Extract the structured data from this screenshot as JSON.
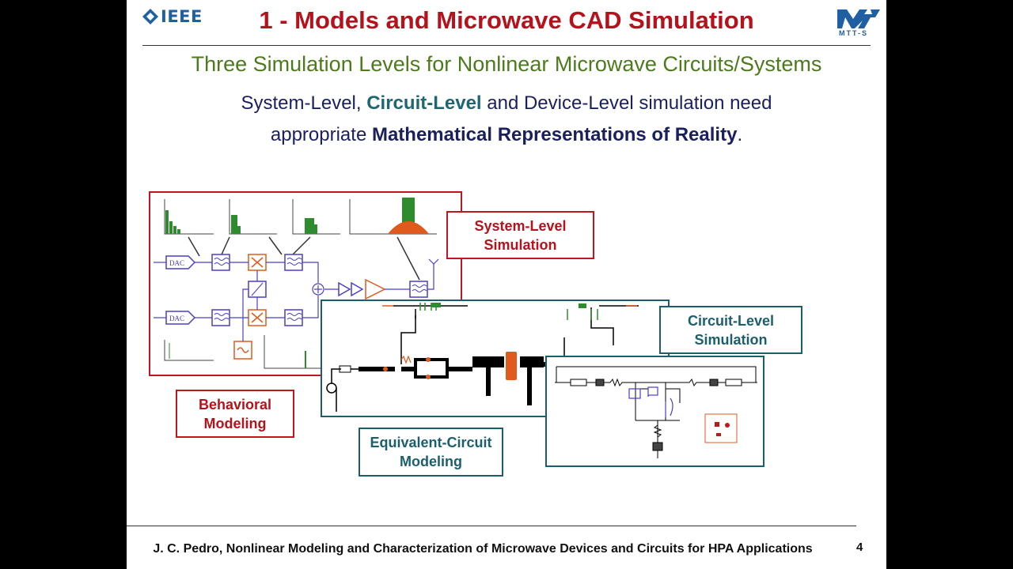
{
  "header": {
    "ieee_logo_text": "IEEE",
    "title": "1 - Models and Microwave CAD Simulation",
    "mtt_logo_text": "MTT-S"
  },
  "subtitle": "Three Simulation Levels for Nonlinear Microwave Circuits/Systems",
  "body": {
    "line1_a": "System-Level, ",
    "line1_b": "Circuit-Level",
    "line1_c": " and Device-Level simulation need",
    "line2_a": "appropriate ",
    "line2_b": "Mathematical Representations of Reality",
    "line2_c": "."
  },
  "labels": {
    "system_level": "System-Level\nSimulation",
    "circuit_level": "Circuit-Level\nSimulation",
    "behavioral": "Behavioral\nModeling",
    "equivalent_circuit": "Equivalent-Circuit\nModeling"
  },
  "diagram_text": {
    "dac_1": "DAC",
    "dac_2": "DAC"
  },
  "footer": {
    "citation": "J. C. Pedro, Nonlinear Modeling and Characterization of Microwave Devices and Circuits for HPA Applications",
    "page_number": "4"
  },
  "colors": {
    "title_red": "#b5121b",
    "subtitle_green": "#4c7a1c",
    "body_navy": "#1a1f5e",
    "accent_teal": "#1d6672",
    "spectrum_green": "#2e8b2e",
    "spectrum_orange": "#e05a1e",
    "block_blue": "#4a3fc7"
  },
  "icons": [
    "ieee-logo-icon",
    "mtt-s-logo-icon",
    "antenna-icon",
    "mixer-icon",
    "filter-icon",
    "amplifier-icon",
    "oscillator-icon"
  ]
}
